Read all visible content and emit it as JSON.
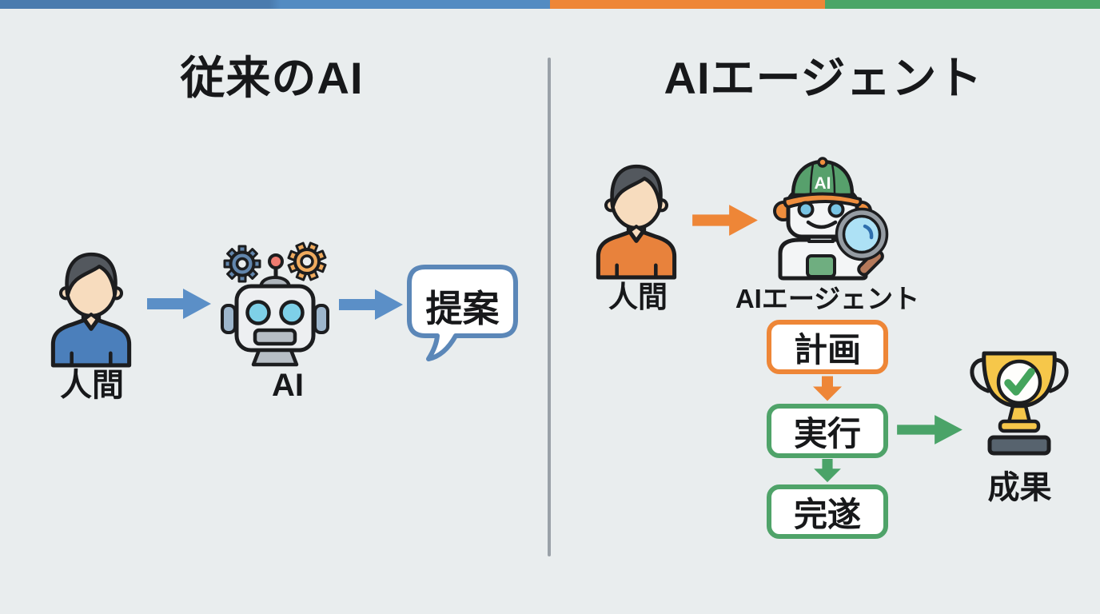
{
  "top_bar": {
    "segments": [
      {
        "name": "blue",
        "color": "#4a7bae"
      },
      {
        "name": "orange",
        "color": "#ee8637"
      },
      {
        "name": "green",
        "color": "#4ba567"
      }
    ]
  },
  "colors": {
    "background": "#e9edee",
    "divider": "#9aa1a8",
    "blue_accent": "#5b8fc7",
    "orange_accent": "#ee8637",
    "green_accent": "#4aa368",
    "bubble_border": "#5b87b8",
    "text": "#17181a",
    "trophy_gold": "#f6c74a",
    "check_green": "#44a45c"
  },
  "left_panel": {
    "title": "従来のAI",
    "human_label": "人間",
    "ai_label": "AI",
    "bubble_text": "提案"
  },
  "right_panel": {
    "title": "AIエージェント",
    "human_label": "人間",
    "agent_label": "AIエージェント",
    "agent_cap_text": "AI",
    "steps": [
      {
        "label": "計画",
        "accent": "#ee8637"
      },
      {
        "label": "実行",
        "accent": "#4fa369"
      },
      {
        "label": "完遂",
        "accent": "#4fa369"
      }
    ],
    "result_label": "成果"
  }
}
